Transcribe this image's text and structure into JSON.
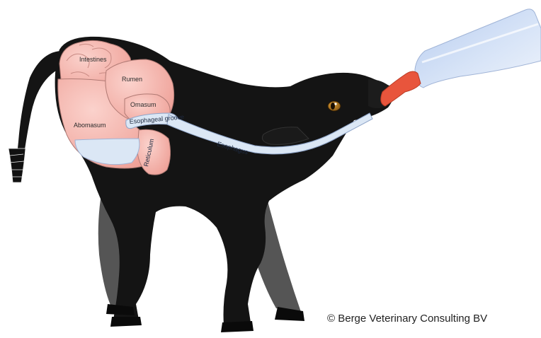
{
  "labels": {
    "intestines": "Intestines",
    "rumen": "Rumen",
    "omasum": "Omasum",
    "abomasum": "Abomasum",
    "esophageal_groove": "Esophageal groove",
    "reticulum": "Reticulum",
    "esophagus": "Esophagus"
  },
  "copyright": "© Berge Veterinary Consulting BV",
  "colors": {
    "calf_body": "#141414",
    "calf_legs_far": "#4a4a4a",
    "organs": "#f4b4ac",
    "organ_outline": "#b07a74",
    "milk": "#dbe7f5",
    "bottle": "#c5d6f0",
    "teat": "#e8553c"
  }
}
